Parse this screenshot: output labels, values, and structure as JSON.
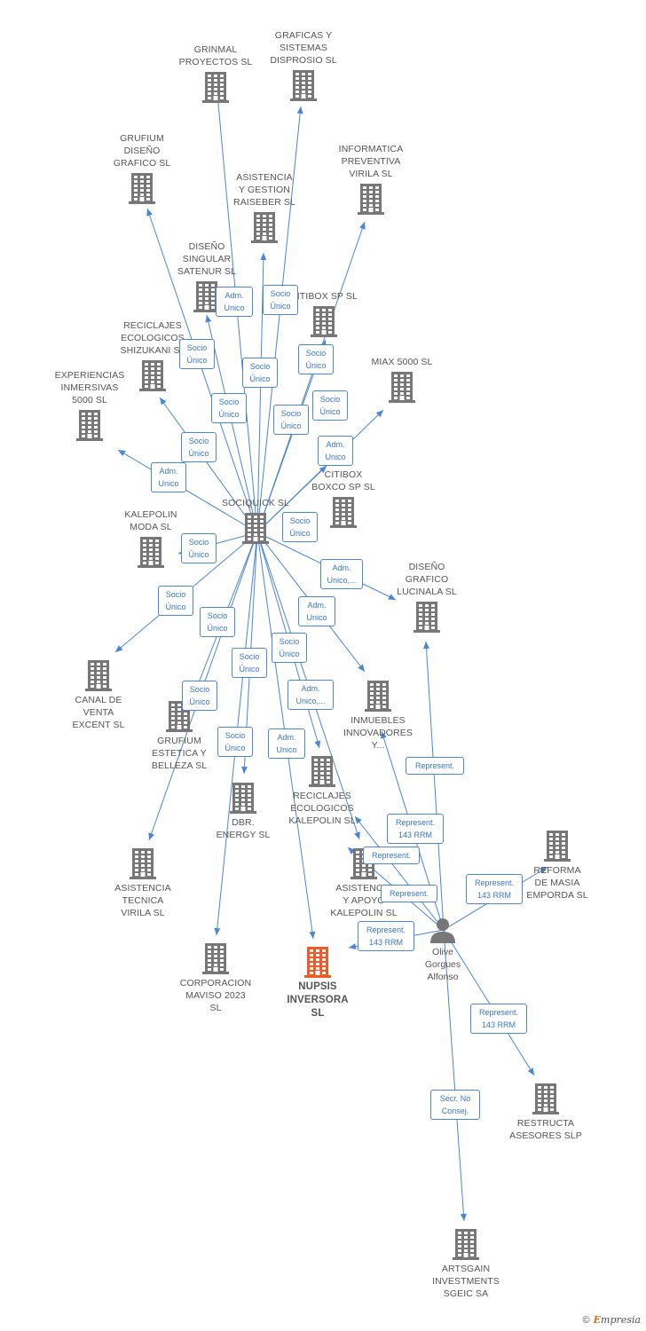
{
  "colors": {
    "edge": "#4a86d4",
    "building": "#777777",
    "focus_building": "#f05a28",
    "text": "#555555"
  },
  "hub_label": "SOCIQUICK  SL",
  "focus_label": "NUPSIS\nINVERSORA\nSL",
  "person_label": "Olive\nGorgues\nAlfonso",
  "companies": [
    {
      "label": "GRINMAL\nPROYECTOS  SL"
    },
    {
      "label": "GRAFICAS Y\nSISTEMAS\nDISPROSIO  SL"
    },
    {
      "label": "GRUFIUM\nDISEÑO\nGRAFICO  SL"
    },
    {
      "label": "INFORMATICA\nPREVENTIVA\nVIRILA  SL"
    },
    {
      "label": "ASISTENCIA\nY GESTION\nRAISEBER  SL"
    },
    {
      "label": "DISEÑO\nSINGULAR\nSATENUR  SL"
    },
    {
      "label": "CITIBOX SP  SL"
    },
    {
      "label": "RECICLAJES\nECOLOGICOS\nSHIZUKANI  SL"
    },
    {
      "label": "MIAX 5000  SL"
    },
    {
      "label": "EXPERIENCIAS\nINMERSIVAS\n5000  SL"
    },
    {
      "label": "CITIBOX\nBOXCO SP  SL"
    },
    {
      "label": "KALEPOLIN\nMODA  SL"
    },
    {
      "label": "DISEÑO\nGRAFICO\nLUCINALA  SL"
    },
    {
      "label": "CANAL DE\nVENTA\nEXCENT  SL"
    },
    {
      "label": "INMUEBLES\nINNOVADORES\nY..."
    },
    {
      "label": "GRUFIUM\nESTETICA Y\nBELLEZA  SL"
    },
    {
      "label": "DBR.\nENERGY  SL"
    },
    {
      "label": "RECICLAJES\nECOLOGICOS\nKALEPOLIN  SL"
    },
    {
      "label": "REFORMA\nDE MASIA\nEMPORDA  SL"
    },
    {
      "label": "ASISTENCIA\nTECNICA\nVIRILA  SL"
    },
    {
      "label": "ASISTENCIA\nY APOYO\nKALEPOLIN  SL"
    },
    {
      "label": "CORPORACION\nMAVISO 2023\nSL"
    },
    {
      "label": "RESTRUCTA\nASESORES SLP"
    },
    {
      "label": "ARTSGAIN\nINVESTMENTS\nSGEIC SA"
    }
  ],
  "relations": [
    {
      "label": "Adm.\nUnico"
    },
    {
      "label": "Socio\nÚnico"
    },
    {
      "label": "Socio\nÚnico"
    },
    {
      "label": "Socio\nÚnico"
    },
    {
      "label": "Socio\nÚnico"
    },
    {
      "label": "Socio\nÚnico"
    },
    {
      "label": "Socio\nÚnico"
    },
    {
      "label": "Socio\nÚnico"
    },
    {
      "label": "Socio\nÚnico"
    },
    {
      "label": "Adm.\nUnico"
    },
    {
      "label": "Adm.\nUnico"
    },
    {
      "label": "Socio\nÚnico"
    },
    {
      "label": "Socio\nÚnico"
    },
    {
      "label": "Adm.\nUnico,..."
    },
    {
      "label": "Socio\nÚnico"
    },
    {
      "label": "Adm.\nUnico"
    },
    {
      "label": "Socio\nÚnico"
    },
    {
      "label": "Socio\nÚnico"
    },
    {
      "label": "Socio\nÚnico"
    },
    {
      "label": "Adm.\nUnico,..."
    },
    {
      "label": "Socio\nÚnico"
    },
    {
      "label": "Socio\nÚnico"
    },
    {
      "label": "Adm.\nUnico"
    },
    {
      "label": "Represent."
    },
    {
      "label": "Represent.\n143 RRM"
    },
    {
      "label": "Represent."
    },
    {
      "label": "Represent."
    },
    {
      "label": "Represent.\n143 RRM"
    },
    {
      "label": "Represent.\n143 RRM"
    },
    {
      "label": "Represent.\n143 RRM"
    },
    {
      "label": "Secr.  No\nConsej."
    }
  ],
  "footer": {
    "copyright": "©",
    "brand_initial": "E",
    "brand_rest": "mpresia"
  }
}
